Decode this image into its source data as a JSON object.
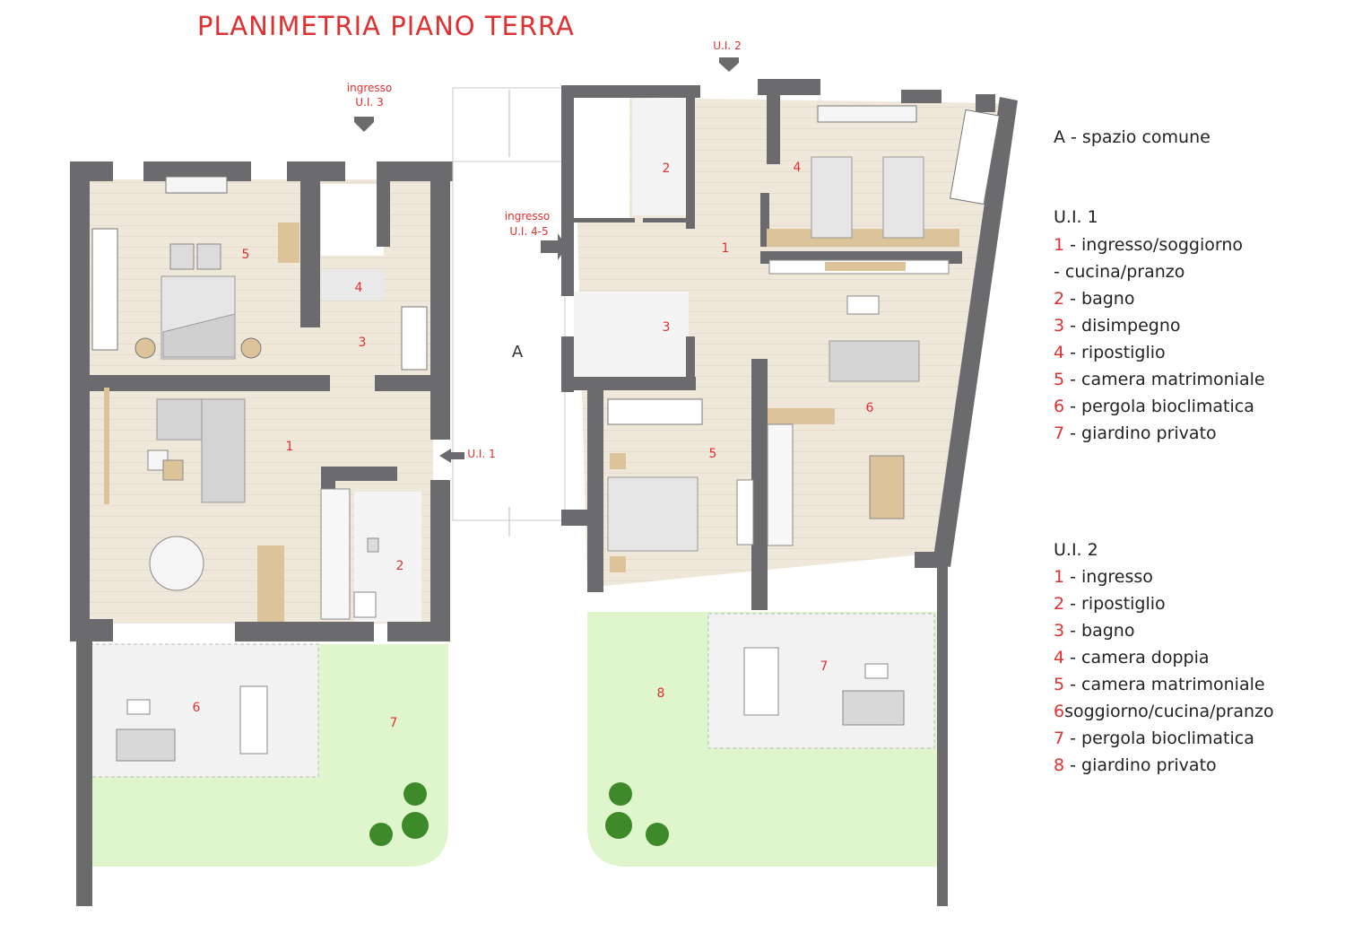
{
  "title": "PLANIMETRIA PIANO TERRA",
  "entrances": {
    "ui3_line1": "ingresso",
    "ui3_line2": "U.I. 3",
    "ui45_line1": "ingresso",
    "ui45_line2": "U.I. 4-5",
    "ui2": "U.I. 2",
    "ui1": "U.I. 1"
  },
  "room_numbers": {
    "left_5": "5",
    "left_4": "4",
    "left_3": "3",
    "left_1": "1",
    "left_2": "2",
    "left_6": "6",
    "left_7": "7",
    "common": "A",
    "right_2": "2",
    "right_1": "1",
    "right_4": "4",
    "right_3": "3",
    "right_5": "5",
    "right_6": "6",
    "right_7": "7",
    "right_8": "8"
  },
  "legend": {
    "common": "A - spazio comune",
    "ui1_header": "U.I.  1",
    "ui1_items": [
      {
        "num": "1",
        "text": " - ingresso/soggiorno"
      },
      {
        "num": "",
        "text": "  - cucina/pranzo"
      },
      {
        "num": "2",
        "text": " - bagno"
      },
      {
        "num": "3",
        "text": " - disimpegno"
      },
      {
        "num": "4",
        "text": " - ripostiglio"
      },
      {
        "num": "5",
        "text": " - camera matrimoniale"
      },
      {
        "num": "6",
        "text": " - pergola bioclimatica"
      },
      {
        "num": "7",
        "text": " - giardino privato"
      }
    ],
    "ui2_header": "U.I.  2",
    "ui2_items": [
      {
        "num": "1",
        "text": " - ingresso"
      },
      {
        "num": "2",
        "text": " - ripostiglio"
      },
      {
        "num": "3",
        "text": " - bagno"
      },
      {
        "num": "4",
        "text": " - camera doppia"
      },
      {
        "num": "5",
        "text": " - camera matrimoniale"
      },
      {
        "num": "6",
        "text": "soggiorno/cucina/pranzo"
      },
      {
        "num": "7",
        "text": " - pergola bioclimatica"
      },
      {
        "num": "8",
        "text": " - giardino privato"
      }
    ]
  },
  "colors": {
    "wall": "#6b6b6d",
    "floor": "#efe6da",
    "garden": "#dff5cc",
    "pergola": "#f1f1f1",
    "accent_red": "#e03030",
    "wood": "#dcc39a"
  }
}
